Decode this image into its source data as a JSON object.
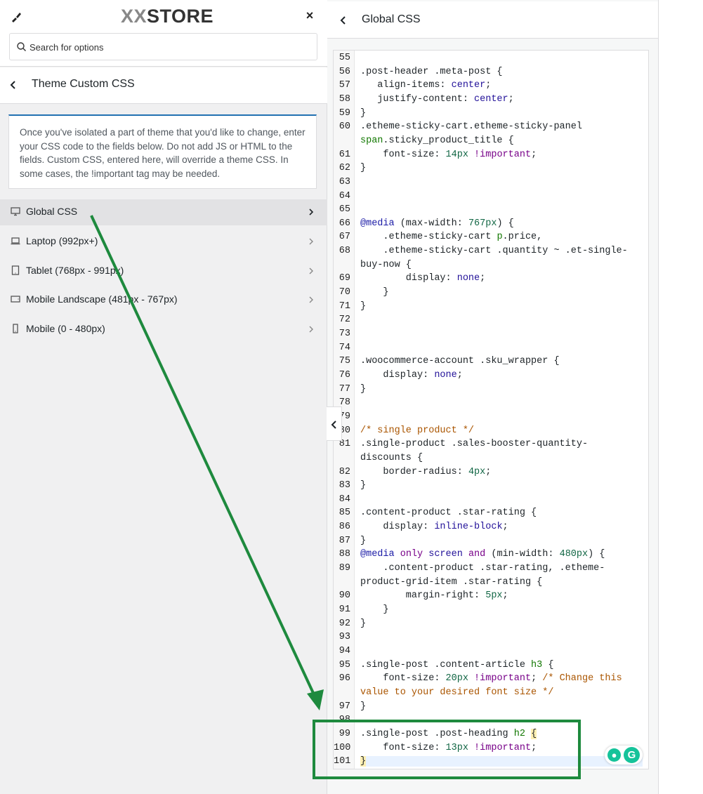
{
  "header": {
    "logo_prefix": "XX",
    "logo_text": "STORE",
    "close_label": "×"
  },
  "search": {
    "placeholder": "Search for options"
  },
  "section": {
    "title": "Theme Custom CSS"
  },
  "notice": {
    "text": "Once you've isolated a part of theme that you'd like to change, enter your CSS code to the fields below. Do not add JS or HTML to the fields. Custom CSS, entered here, will override a theme CSS. In some cases, the !important tag may be needed."
  },
  "nav": {
    "items": [
      {
        "label": "Global CSS",
        "icon": "desktop-icon",
        "active": true
      },
      {
        "label": "Laptop (992px+)",
        "icon": "laptop-icon",
        "active": false
      },
      {
        "label": "Tablet (768px - 991px)",
        "icon": "tablet-icon",
        "active": false
      },
      {
        "label": "Mobile Landscape (481px - 767px)",
        "icon": "mobile-landscape-icon",
        "active": false
      },
      {
        "label": "Mobile (0 - 480px)",
        "icon": "mobile-icon",
        "active": false
      }
    ]
  },
  "editor_panel": {
    "title": "Global CSS"
  },
  "code_lines": [
    {
      "n": "55",
      "t": ""
    },
    {
      "n": "56",
      "t": ".post-header .meta-post {"
    },
    {
      "n": "57",
      "t": "   align-items: center;"
    },
    {
      "n": "58",
      "t": "   justify-content: center;"
    },
    {
      "n": "59",
      "t": "}"
    },
    {
      "n": "60",
      "t": ".etheme-sticky-cart.etheme-sticky-panel"
    },
    {
      "n": "",
      "t": "span.sticky_product_title {"
    },
    {
      "n": "61",
      "t": "    font-size: 14px !important;"
    },
    {
      "n": "62",
      "t": "}"
    },
    {
      "n": "63",
      "t": ""
    },
    {
      "n": "64",
      "t": ""
    },
    {
      "n": "65",
      "t": ""
    },
    {
      "n": "66",
      "t": "@media (max-width: 767px) {"
    },
    {
      "n": "67",
      "t": "    .etheme-sticky-cart p.price,"
    },
    {
      "n": "68",
      "t": "    .etheme-sticky-cart .quantity ~ .et-single-"
    },
    {
      "n": "",
      "t": "buy-now {"
    },
    {
      "n": "69",
      "t": "        display: none;"
    },
    {
      "n": "70",
      "t": "    }"
    },
    {
      "n": "71",
      "t": "}"
    },
    {
      "n": "72",
      "t": ""
    },
    {
      "n": "73",
      "t": ""
    },
    {
      "n": "74",
      "t": ""
    },
    {
      "n": "75",
      "t": ".woocommerce-account .sku_wrapper {"
    },
    {
      "n": "76",
      "t": "    display: none;"
    },
    {
      "n": "77",
      "t": "}"
    },
    {
      "n": "78",
      "t": ""
    },
    {
      "n": "79",
      "t": ""
    },
    {
      "n": "80",
      "t": "/* single product */"
    },
    {
      "n": "81",
      "t": ".single-product .sales-booster-quantity-"
    },
    {
      "n": "",
      "t": "discounts {"
    },
    {
      "n": "82",
      "t": "    border-radius: 4px;"
    },
    {
      "n": "83",
      "t": "}"
    },
    {
      "n": "84",
      "t": ""
    },
    {
      "n": "85",
      "t": ".content-product .star-rating {"
    },
    {
      "n": "86",
      "t": "    display: inline-block;"
    },
    {
      "n": "87",
      "t": "}"
    },
    {
      "n": "88",
      "t": "@media only screen and (min-width: 480px) {"
    },
    {
      "n": "89",
      "t": "    .content-product .star-rating, .etheme-"
    },
    {
      "n": "",
      "t": "product-grid-item .star-rating {"
    },
    {
      "n": "90",
      "t": "        margin-right: 5px;"
    },
    {
      "n": "91",
      "t": "    }"
    },
    {
      "n": "92",
      "t": "}"
    },
    {
      "n": "93",
      "t": ""
    },
    {
      "n": "94",
      "t": ""
    },
    {
      "n": "95",
      "t": ".single-post .content-article h3 {"
    },
    {
      "n": "96",
      "t": "    font-size: 20px !important; /* Change this"
    },
    {
      "n": "",
      "t": "value to your desired font size */"
    },
    {
      "n": "97",
      "t": "}"
    },
    {
      "n": "98",
      "t": ""
    },
    {
      "n": "99",
      "t": ".single-post .post-heading h2 {"
    },
    {
      "n": "100",
      "t": "    font-size: 13px !important;"
    },
    {
      "n": "101",
      "t": "}"
    }
  ],
  "annotation": {
    "arrow_color": "#1e8a3e",
    "box_color": "#1e8a3e"
  },
  "grammarly": {
    "left_icon": "lightbulb-icon",
    "right_label": "G"
  }
}
